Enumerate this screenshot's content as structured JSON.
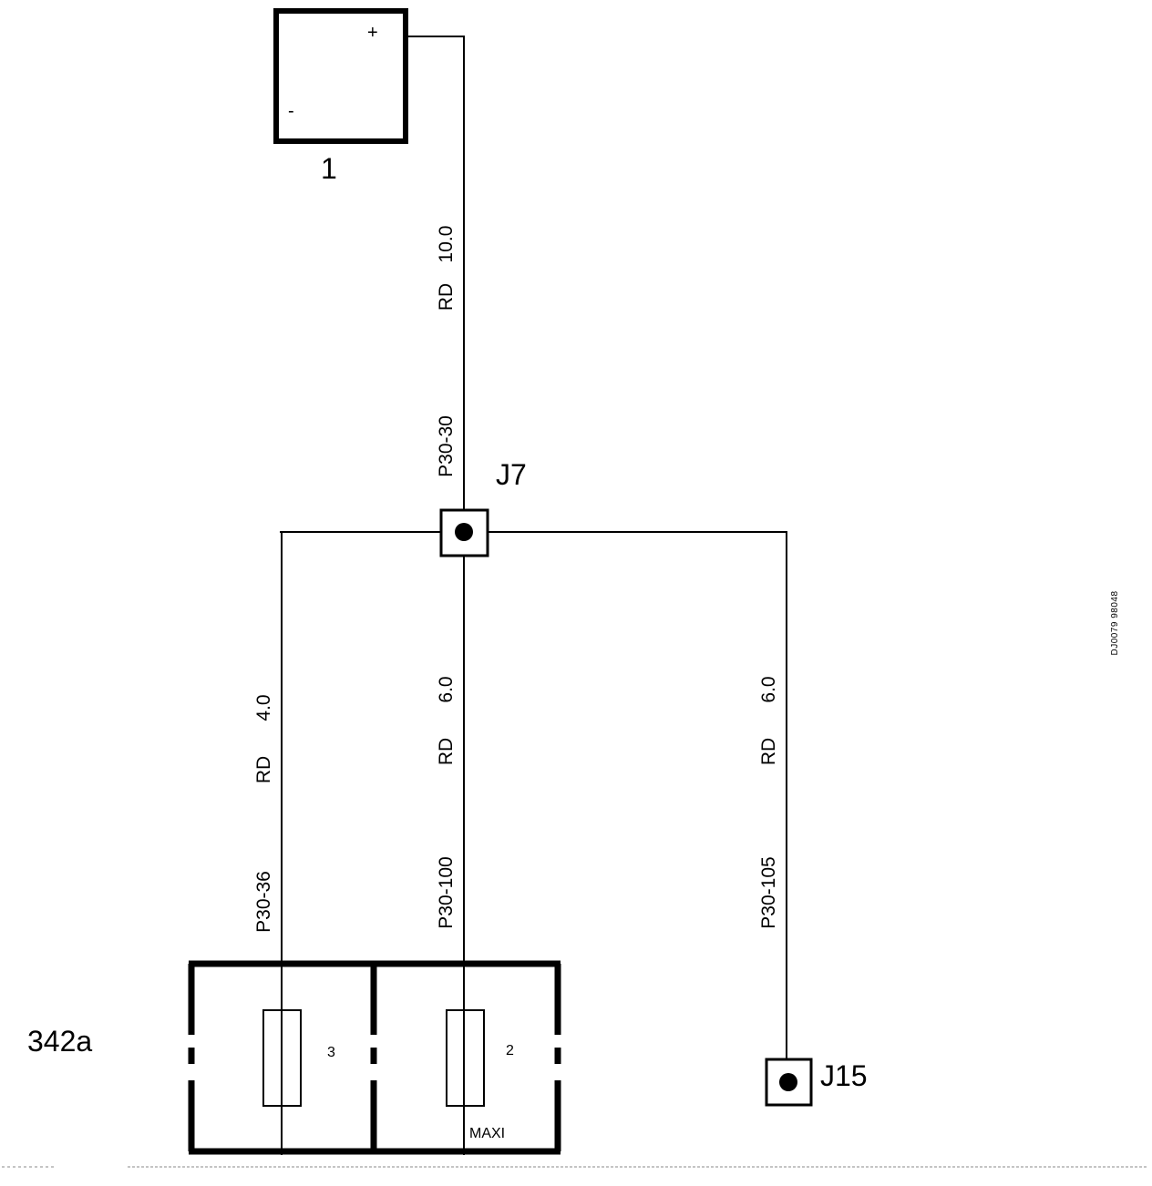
{
  "battery": {
    "id": "1",
    "plus": "+",
    "minus": "-"
  },
  "main_wire": {
    "color": "RD",
    "size": "10.0",
    "code": "P30-30"
  },
  "junction_top": {
    "id": "J7"
  },
  "branches": [
    {
      "color": "RD",
      "size": "4.0",
      "code": "P30-36"
    },
    {
      "color": "RD",
      "size": "6.0",
      "code": "P30-100"
    },
    {
      "color": "RD",
      "size": "6.0",
      "code": "P30-105"
    }
  ],
  "fuse_box": {
    "id": "342a",
    "fuses": [
      {
        "number": "3",
        "type": ""
      },
      {
        "number": "2",
        "type": "MAXI"
      }
    ]
  },
  "junction_bottom": {
    "id": "J15"
  },
  "doc_reference": "DJ0079 98048"
}
